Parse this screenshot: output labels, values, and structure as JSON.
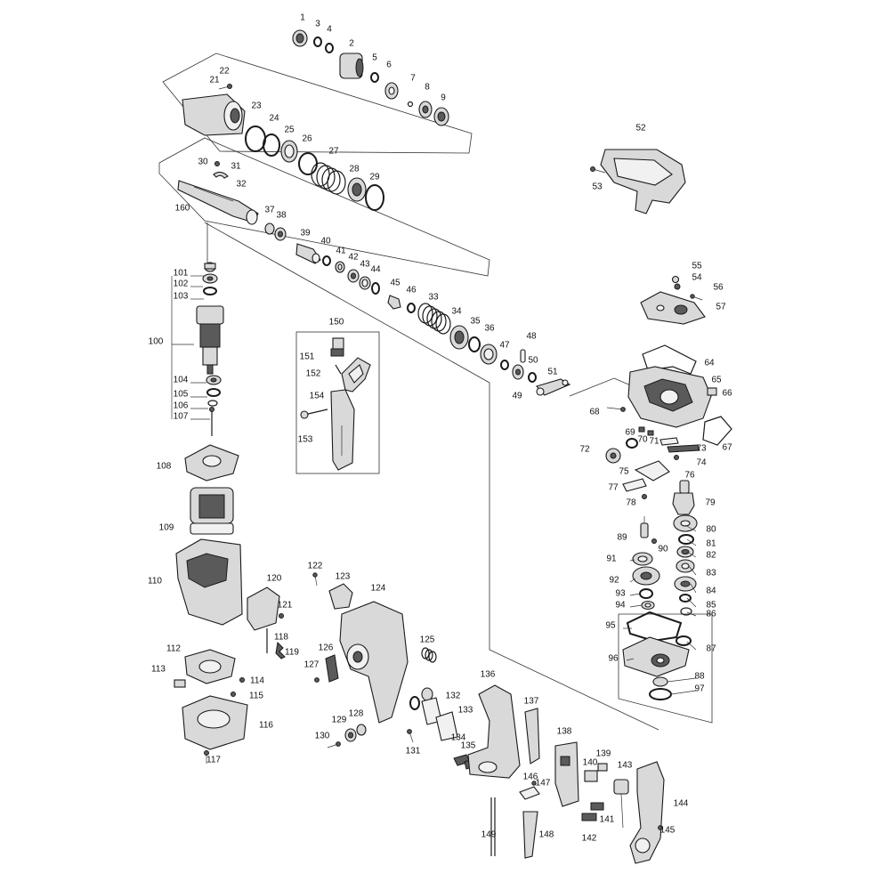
{
  "labels": [
    [
      "1",
      340,
      20
    ],
    [
      "3",
      357,
      27
    ],
    [
      "4",
      370,
      33
    ],
    [
      "2",
      395,
      49
    ],
    [
      "5",
      421,
      65
    ],
    [
      "6",
      437,
      73
    ],
    [
      "7",
      464,
      88
    ],
    [
      "8",
      480,
      98
    ],
    [
      "9",
      498,
      110
    ],
    [
      "22",
      252,
      80
    ],
    [
      "21",
      241,
      90
    ],
    [
      "23",
      288,
      119
    ],
    [
      "24",
      308,
      133
    ],
    [
      "25",
      325,
      146
    ],
    [
      "26",
      345,
      156
    ],
    [
      "27",
      375,
      170
    ],
    [
      "28",
      398,
      190
    ],
    [
      "29",
      421,
      199
    ],
    [
      "30",
      228,
      182
    ],
    [
      "31",
      265,
      187
    ],
    [
      "32",
      271,
      207
    ],
    [
      "160",
      205,
      234
    ],
    [
      "37",
      303,
      236
    ],
    [
      "38",
      316,
      242
    ],
    [
      "39",
      343,
      262
    ],
    [
      "40",
      366,
      271
    ],
    [
      "41",
      383,
      282
    ],
    [
      "42",
      397,
      289
    ],
    [
      "43",
      410,
      297
    ],
    [
      "44",
      422,
      303
    ],
    [
      "45",
      444,
      318
    ],
    [
      "46",
      462,
      326
    ],
    [
      "33",
      487,
      334
    ],
    [
      "34",
      513,
      350
    ],
    [
      "35",
      534,
      361
    ],
    [
      "36",
      550,
      369
    ],
    [
      "47",
      567,
      388
    ],
    [
      "48",
      597,
      378
    ],
    [
      "50",
      599,
      405
    ],
    [
      "49",
      581,
      445
    ],
    [
      "51",
      621,
      418
    ],
    [
      "52",
      720,
      144
    ],
    [
      "53",
      671,
      210
    ],
    [
      "55",
      783,
      299
    ],
    [
      "54",
      783,
      312
    ],
    [
      "56",
      807,
      323
    ],
    [
      "57",
      810,
      345
    ],
    [
      "64",
      797,
      408
    ],
    [
      "65",
      805,
      427
    ],
    [
      "66",
      817,
      442
    ],
    [
      "67",
      817,
      503
    ],
    [
      "68",
      668,
      463
    ],
    [
      "69",
      708,
      486
    ],
    [
      "70",
      722,
      494
    ],
    [
      "71",
      735,
      496
    ],
    [
      "73",
      788,
      504
    ],
    [
      "72",
      657,
      505
    ],
    [
      "74",
      788,
      520
    ],
    [
      "75",
      701,
      530
    ],
    [
      "76",
      775,
      534
    ],
    [
      "77",
      689,
      548
    ],
    [
      "78",
      709,
      565
    ],
    [
      "79",
      798,
      565
    ],
    [
      "80",
      799,
      595
    ],
    [
      "89",
      699,
      604
    ],
    [
      "90",
      745,
      617
    ],
    [
      "81",
      799,
      611
    ],
    [
      "82",
      799,
      624
    ],
    [
      "91",
      687,
      628
    ],
    [
      "83",
      799,
      644
    ],
    [
      "92",
      690,
      652
    ],
    [
      "84",
      799,
      664
    ],
    [
      "93",
      697,
      667
    ],
    [
      "85",
      799,
      680
    ],
    [
      "94",
      697,
      680
    ],
    [
      "86",
      799,
      690
    ],
    [
      "95",
      686,
      703
    ],
    [
      "87",
      799,
      729
    ],
    [
      "96",
      689,
      740
    ],
    [
      "88",
      786,
      760
    ],
    [
      "97",
      786,
      774
    ],
    [
      "101",
      203,
      307
    ],
    [
      "102",
      203,
      319
    ],
    [
      "103",
      203,
      333
    ],
    [
      "100",
      175,
      384
    ],
    [
      "104",
      203,
      427
    ],
    [
      "105",
      203,
      443
    ],
    [
      "106",
      203,
      456
    ],
    [
      "107",
      203,
      468
    ],
    [
      "108",
      184,
      524
    ],
    [
      "109",
      187,
      593
    ],
    [
      "110",
      174,
      653
    ],
    [
      "120",
      308,
      650
    ],
    [
      "121",
      320,
      680
    ],
    [
      "118",
      316,
      716
    ],
    [
      "119",
      328,
      733
    ],
    [
      "112",
      195,
      729
    ],
    [
      "113",
      178,
      752
    ],
    [
      "114",
      289,
      765
    ],
    [
      "115",
      288,
      782
    ],
    [
      "116",
      299,
      815
    ],
    [
      "117",
      240,
      854
    ],
    [
      "150",
      378,
      362
    ],
    [
      "151",
      345,
      401
    ],
    [
      "152",
      352,
      420
    ],
    [
      "154",
      356,
      445
    ],
    [
      "153",
      343,
      494
    ],
    [
      "122",
      354,
      636
    ],
    [
      "123",
      385,
      648
    ],
    [
      "124",
      425,
      661
    ],
    [
      "125",
      480,
      719
    ],
    [
      "126",
      366,
      728
    ],
    [
      "127",
      350,
      747
    ],
    [
      "129",
      381,
      809
    ],
    [
      "128",
      400,
      802
    ],
    [
      "130",
      362,
      827
    ],
    [
      "131",
      464,
      844
    ],
    [
      "132",
      509,
      782
    ],
    [
      "133",
      523,
      798
    ],
    [
      "134",
      515,
      829
    ],
    [
      "135",
      526,
      838
    ],
    [
      "136",
      548,
      758
    ],
    [
      "137",
      597,
      788
    ],
    [
      "138",
      634,
      822
    ],
    [
      "139",
      678,
      847
    ],
    [
      "140",
      663,
      857
    ],
    [
      "143",
      702,
      860
    ],
    [
      "144",
      765,
      903
    ],
    [
      "146",
      596,
      873
    ],
    [
      "147",
      610,
      880
    ],
    [
      "141",
      682,
      921
    ],
    [
      "142",
      662,
      942
    ],
    [
      "145",
      750,
      933
    ],
    [
      "149",
      549,
      938
    ],
    [
      "148",
      614,
      938
    ]
  ]
}
